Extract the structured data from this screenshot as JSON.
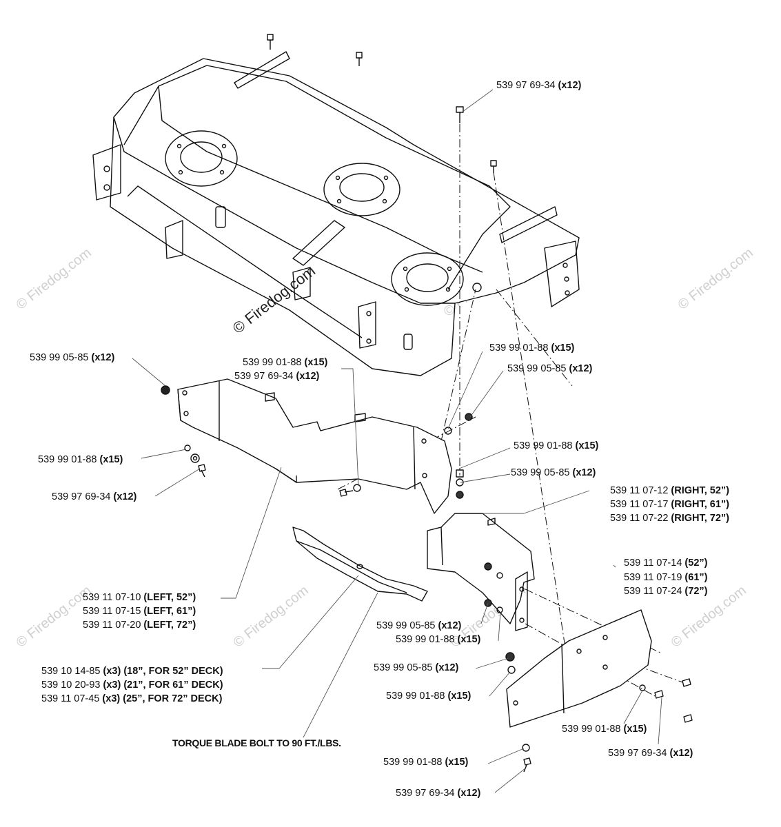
{
  "watermark": {
    "text": "© Firedog.com"
  },
  "torque_note": "TORQUE BLADE BOLT TO 90 FT./LBS.",
  "callouts": [
    {
      "id": "c1",
      "part": "539 97 69-34",
      "qty": "(x12)"
    },
    {
      "id": "c2",
      "part": "539 99 05-85",
      "qty": "(x12)"
    },
    {
      "id": "c3",
      "part": "539 99 01-88",
      "qty": "(x15)"
    },
    {
      "id": "c4",
      "part": "539 97 69-34",
      "qty": "(x12)"
    },
    {
      "id": "c5",
      "part": "539 99 01-88",
      "qty": "(x15)"
    },
    {
      "id": "c6",
      "part": "539 99 05-85",
      "qty": "(x12)"
    },
    {
      "id": "c7",
      "part": "539 99 01-88",
      "qty": "(x15)"
    },
    {
      "id": "c8",
      "part": "539 97 69-34",
      "qty": "(x12)"
    },
    {
      "id": "c9",
      "part": "539 99 01-88",
      "qty": "(x15)"
    },
    {
      "id": "c10",
      "part": "539 99 05-85",
      "qty": "(x12)"
    },
    {
      "id": "c11",
      "part": "539 11 07-12",
      "qty": "(RIGHT, 52”)"
    },
    {
      "id": "c12",
      "part": "539 11 07-17",
      "qty": "(RIGHT, 61”)"
    },
    {
      "id": "c13",
      "part": "539 11 07-22",
      "qty": "(RIGHT, 72”)"
    },
    {
      "id": "c14",
      "part": "539 11 07-14",
      "qty": "(52”)"
    },
    {
      "id": "c15",
      "part": "539 11 07-19",
      "qty": "(61”)"
    },
    {
      "id": "c16",
      "part": "539 11 07-24",
      "qty": "(72”)"
    },
    {
      "id": "c17",
      "part": "539 11 07-10",
      "qty": "(LEFT, 52”)"
    },
    {
      "id": "c18",
      "part": "539 11 07-15",
      "qty": "(LEFT, 61”)"
    },
    {
      "id": "c19",
      "part": "539 11 07-20",
      "qty": "(LEFT, 72”)"
    },
    {
      "id": "c20",
      "part": "539 99 05-85",
      "qty": "(x12)"
    },
    {
      "id": "c21",
      "part": "539 99 01-88",
      "qty": "(x15)"
    },
    {
      "id": "c22",
      "part": "539 10 14-85",
      "qty": "(x3) (18”, FOR 52” DECK)"
    },
    {
      "id": "c23",
      "part": "539 10 20-93",
      "qty": "(x3) (21”, FOR 61” DECK)"
    },
    {
      "id": "c24",
      "part": "539 11 07-45",
      "qty": "(x3) (25”, FOR 72” DECK)"
    },
    {
      "id": "c25",
      "part": "539 99 05-85",
      "qty": "(x12)"
    },
    {
      "id": "c26",
      "part": "539 99 01-88",
      "qty": "(x15)"
    },
    {
      "id": "c27",
      "part": "539 99 01-88",
      "qty": "(x15)"
    },
    {
      "id": "c28",
      "part": "539 97 69-34",
      "qty": "(x12)"
    },
    {
      "id": "c29",
      "part": "539 99 01-88",
      "qty": "(x15)"
    },
    {
      "id": "c30",
      "part": "539 97 69-34",
      "qty": "(x12)"
    }
  ]
}
